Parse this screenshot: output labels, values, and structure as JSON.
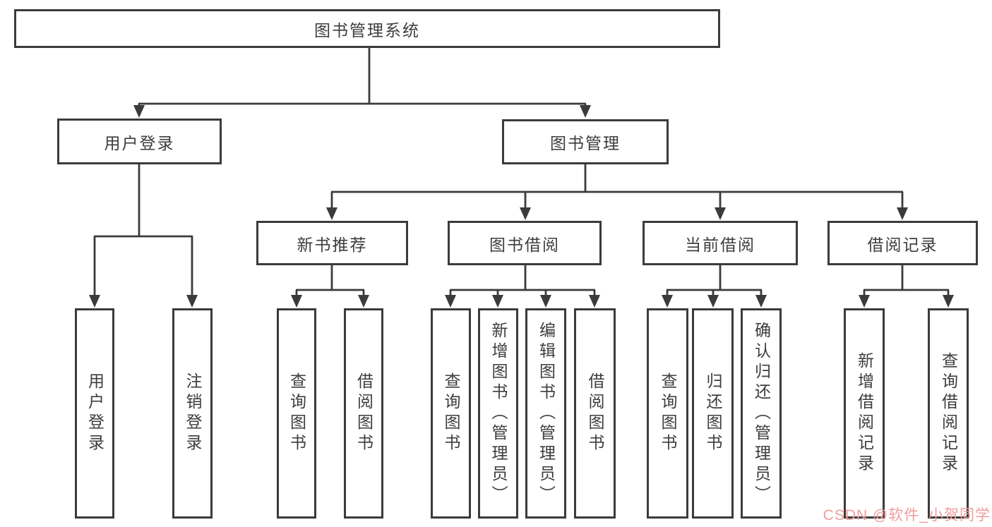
{
  "tree": {
    "label": "图书管理系统",
    "children": [
      {
        "label": "用户登录",
        "children": [
          {
            "label": "用户登录"
          },
          {
            "label": "注销登录"
          }
        ]
      },
      {
        "label": "图书管理",
        "children": [
          {
            "label": "新书推荐",
            "children": [
              {
                "label": "查询图书"
              },
              {
                "label": "借阅图书"
              }
            ]
          },
          {
            "label": "图书借阅",
            "children": [
              {
                "label": "查询图书"
              },
              {
                "label": "新增图书（管理员）"
              },
              {
                "label": "编辑图书（管理员）"
              },
              {
                "label": "借阅图书"
              }
            ]
          },
          {
            "label": "当前借阅",
            "children": [
              {
                "label": "查询图书"
              },
              {
                "label": "归还图书"
              },
              {
                "label": "确认归还（管理员）"
              }
            ]
          },
          {
            "label": "借阅记录",
            "children": [
              {
                "label": "新增借阅记录"
              },
              {
                "label": "查询借阅记录"
              }
            ]
          }
        ]
      }
    ]
  },
  "watermark": {
    "text": "CSDN @软件_小贺同学",
    "color": "#f19c9c"
  },
  "colors": {
    "line": "#3b3b3b",
    "box_border": "#3b3b3b",
    "text": "#3d3d3d",
    "background": "#ffffff"
  }
}
